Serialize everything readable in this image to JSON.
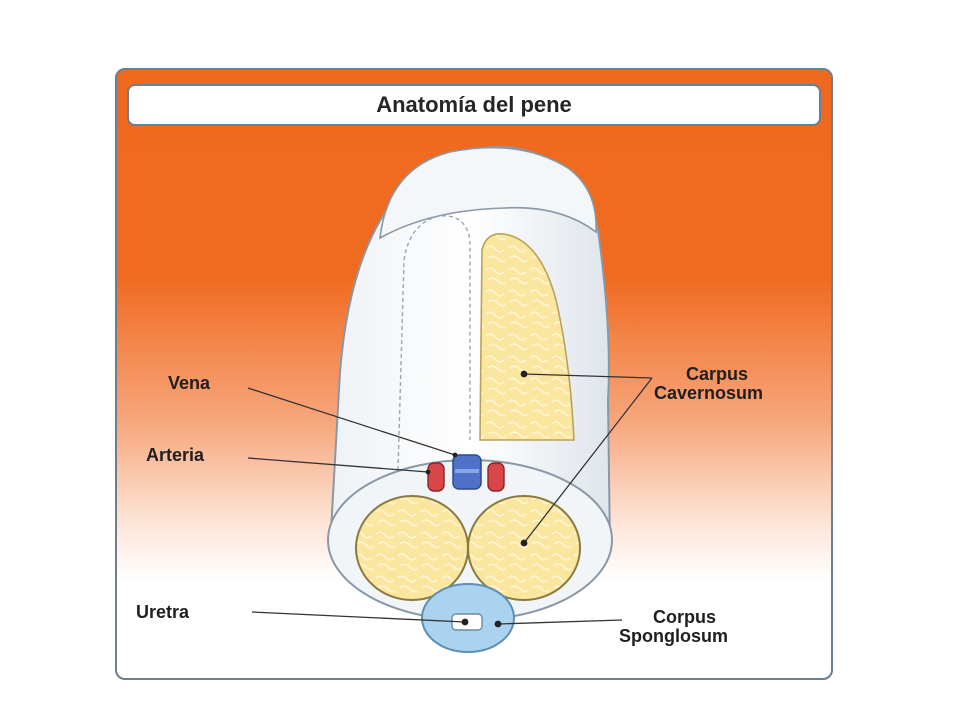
{
  "title": "Anatomía del pene",
  "labels": {
    "vena": "Vena",
    "arteria": "Arteria",
    "uretra": "Uretra",
    "carpus_line1": "Carpus",
    "carpus_line2": "Cavernosum",
    "corpus_line1": "Corpus",
    "corpus_line2": "Sponglosum"
  },
  "colors": {
    "background_orange": "#ef6a1e",
    "shaft": "#e4e9ee",
    "cavernosum": "#fbe7a3",
    "spongiosum": "#a9d3ef",
    "vein": "#4f72c8",
    "artery": "#d8464a"
  }
}
